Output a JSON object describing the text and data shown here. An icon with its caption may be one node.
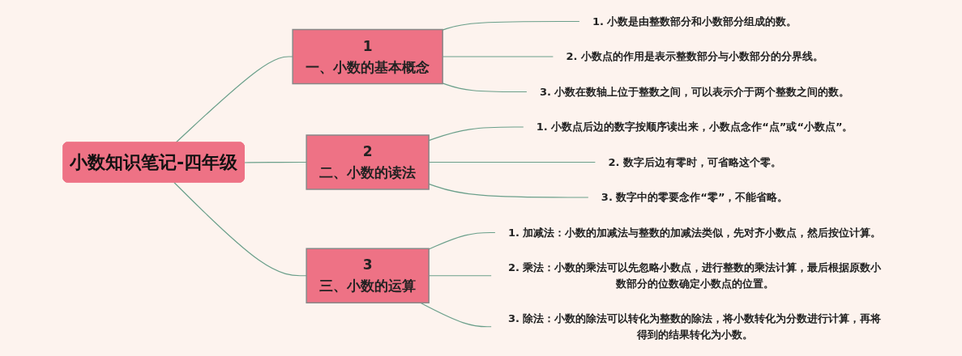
{
  "diagram": {
    "nodes": [
      {
        "text": [
          "小数知识笔记-四年级"
        ]
      },
      {
        "text": [
          "1",
          "一、小数的基本概念"
        ]
      },
      {
        "text": [
          "1. 小数是由整数部分和小数部分组成的数。"
        ]
      },
      {
        "text": [
          "2. 小数点的作用是表示整数部分与小数部分的分界线。"
        ]
      },
      {
        "text": [
          "3. 小数在数轴上位于整数之间，可以表示介于两个整数之间的数。"
        ]
      },
      {
        "text": [
          "2",
          "二、小数的读法"
        ]
      },
      {
        "text": [
          "1. 小数点后边的数字按顺序读出来，小数点念作“点”或“小数点”。"
        ]
      },
      {
        "text": [
          "2. 数字后边有零时，可省略这个零。"
        ]
      },
      {
        "text": [
          "3. 数字中的零要念作“零”，不能省略。"
        ]
      },
      {
        "text": [
          "3",
          "三、小数的运算"
        ]
      },
      {
        "text": [
          "1. 加减法：小数的加减法与整数的加减法类似，先对齐小数点，然后按位计算。"
        ]
      },
      {
        "text": [
          "2. 乘法：小数的乘法可以先忽略小数点，进行整数的乘法计算，最后根据原数小数部分的位数确定小数点的位置。"
        ]
      },
      {
        "text": [
          "3. 除法：小数的除法可以转化为整数的除法，将小数转化为分数进行计算，再将得到的结果转化为小数。"
        ]
      }
    ],
    "edges": [
      {
        "from": 0,
        "to": 1,
        "arrow": "none"
      },
      {
        "from": 1,
        "to": 2,
        "arrow": "none"
      },
      {
        "from": 1,
        "to": 3,
        "arrow": "none"
      },
      {
        "from": 1,
        "to": 4,
        "arrow": "none"
      },
      {
        "from": 0,
        "to": 5,
        "arrow": "none"
      },
      {
        "from": 5,
        "to": 6,
        "arrow": "none"
      },
      {
        "from": 5,
        "to": 7,
        "arrow": "none"
      },
      {
        "from": 5,
        "to": 8,
        "arrow": "none"
      },
      {
        "from": 0,
        "to": 9,
        "arrow": "none"
      },
      {
        "from": 9,
        "to": 10,
        "arrow": "none"
      },
      {
        "from": 9,
        "to": 11,
        "arrow": "none"
      },
      {
        "from": 9,
        "to": 12,
        "arrow": "none"
      }
    ]
  }
}
